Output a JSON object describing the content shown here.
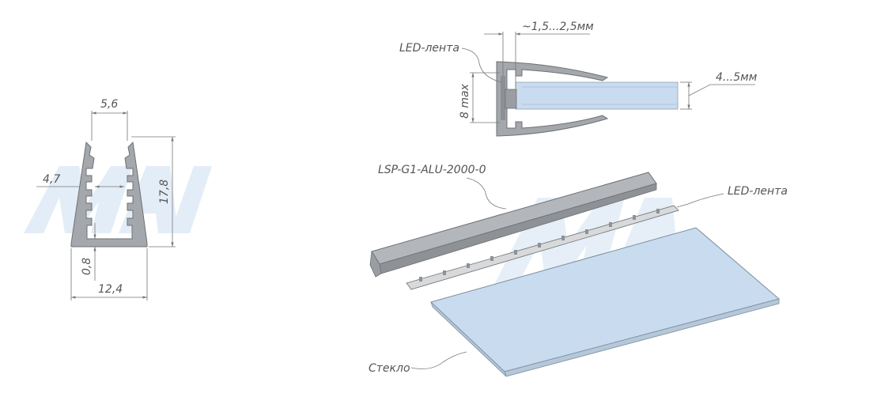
{
  "cross_section": {
    "dim_top_opening": "5,6",
    "dim_inner_gap": "4,7",
    "dim_height": "17,8",
    "dim_bottom_thickness": "0,8",
    "dim_width": "12,4"
  },
  "detail_view": {
    "led_label": "LED-лента",
    "dim_gap": "~1,5...2,5мм",
    "dim_led_max": "8 max",
    "dim_glass_thickness": "4...5мм"
  },
  "isometric_view": {
    "profile_label": "LSP-G1-ALU-2000-0",
    "led_label": "LED-лента",
    "glass_label": "Стекло"
  },
  "watermark": "МДМ",
  "colors": {
    "profile": "#a4a7ab",
    "glass": "#c9dcef",
    "watermark": "#e3edf7"
  }
}
